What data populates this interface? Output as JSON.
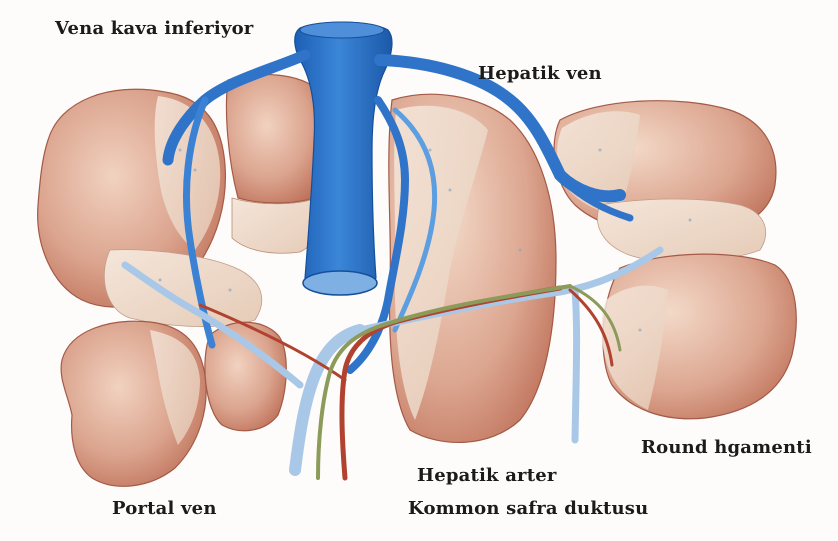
{
  "labels": {
    "ivc": "Vena kava inferiyor",
    "hepatic_vein": "Hepatik ven",
    "round_ligament": "Round hgamenti",
    "hepatic_artery": "Hepatik arter",
    "portal_vein": "Portal ven",
    "common_bile_duct": "Kommon safra duktusu"
  },
  "colors": {
    "liver": "#d49a86",
    "liver_dark": "#b5624f",
    "liver_pale": "#eedbcc",
    "vein_blue": "#2f74c8",
    "vein_light": "#a9c8e8",
    "artery_red": "#b0422f",
    "duct_green": "#8c9a5a"
  }
}
